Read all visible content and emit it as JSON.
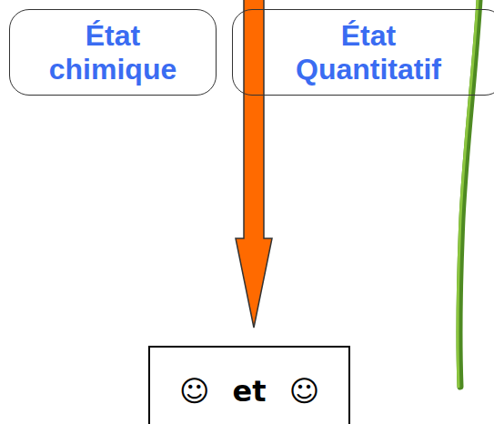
{
  "diagram": {
    "nodes": [
      {
        "text": [
          "État chimique"
        ]
      },
      {
        "text": [
          "État Quantitatif"
        ]
      },
      {
        "text": [
          "☺ et ☺"
        ]
      }
    ]
  }
}
